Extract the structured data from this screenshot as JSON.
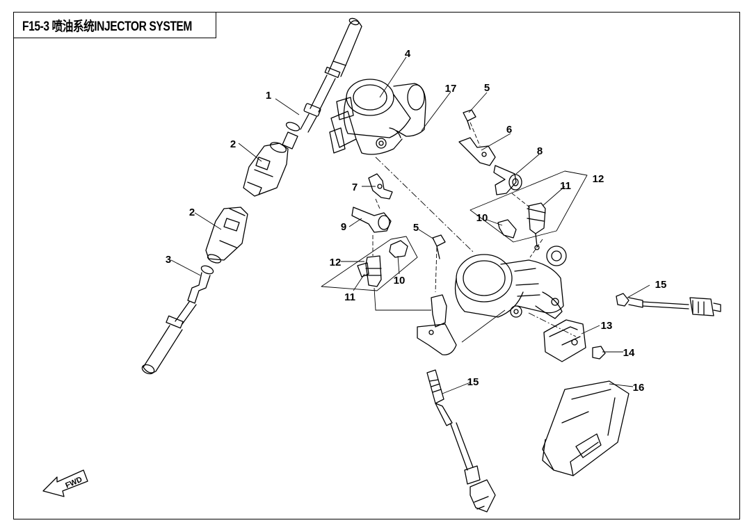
{
  "title": "F15-3 喷油系统INJECTOR SYSTEM",
  "fwd_label": "FWD",
  "callouts": {
    "c1": "1",
    "c2a": "2",
    "c2b": "2",
    "c3": "3",
    "c4": "4",
    "c5a": "5",
    "c5b": "5",
    "c6": "6",
    "c7": "7",
    "c8": "8",
    "c9": "9",
    "c10a": "10",
    "c10b": "10",
    "c11a": "11",
    "c11b": "11",
    "c12a": "12",
    "c12b": "12",
    "c13": "13",
    "c14": "14",
    "c15a": "15",
    "c15b": "15",
    "c16": "16",
    "c17": "17"
  }
}
